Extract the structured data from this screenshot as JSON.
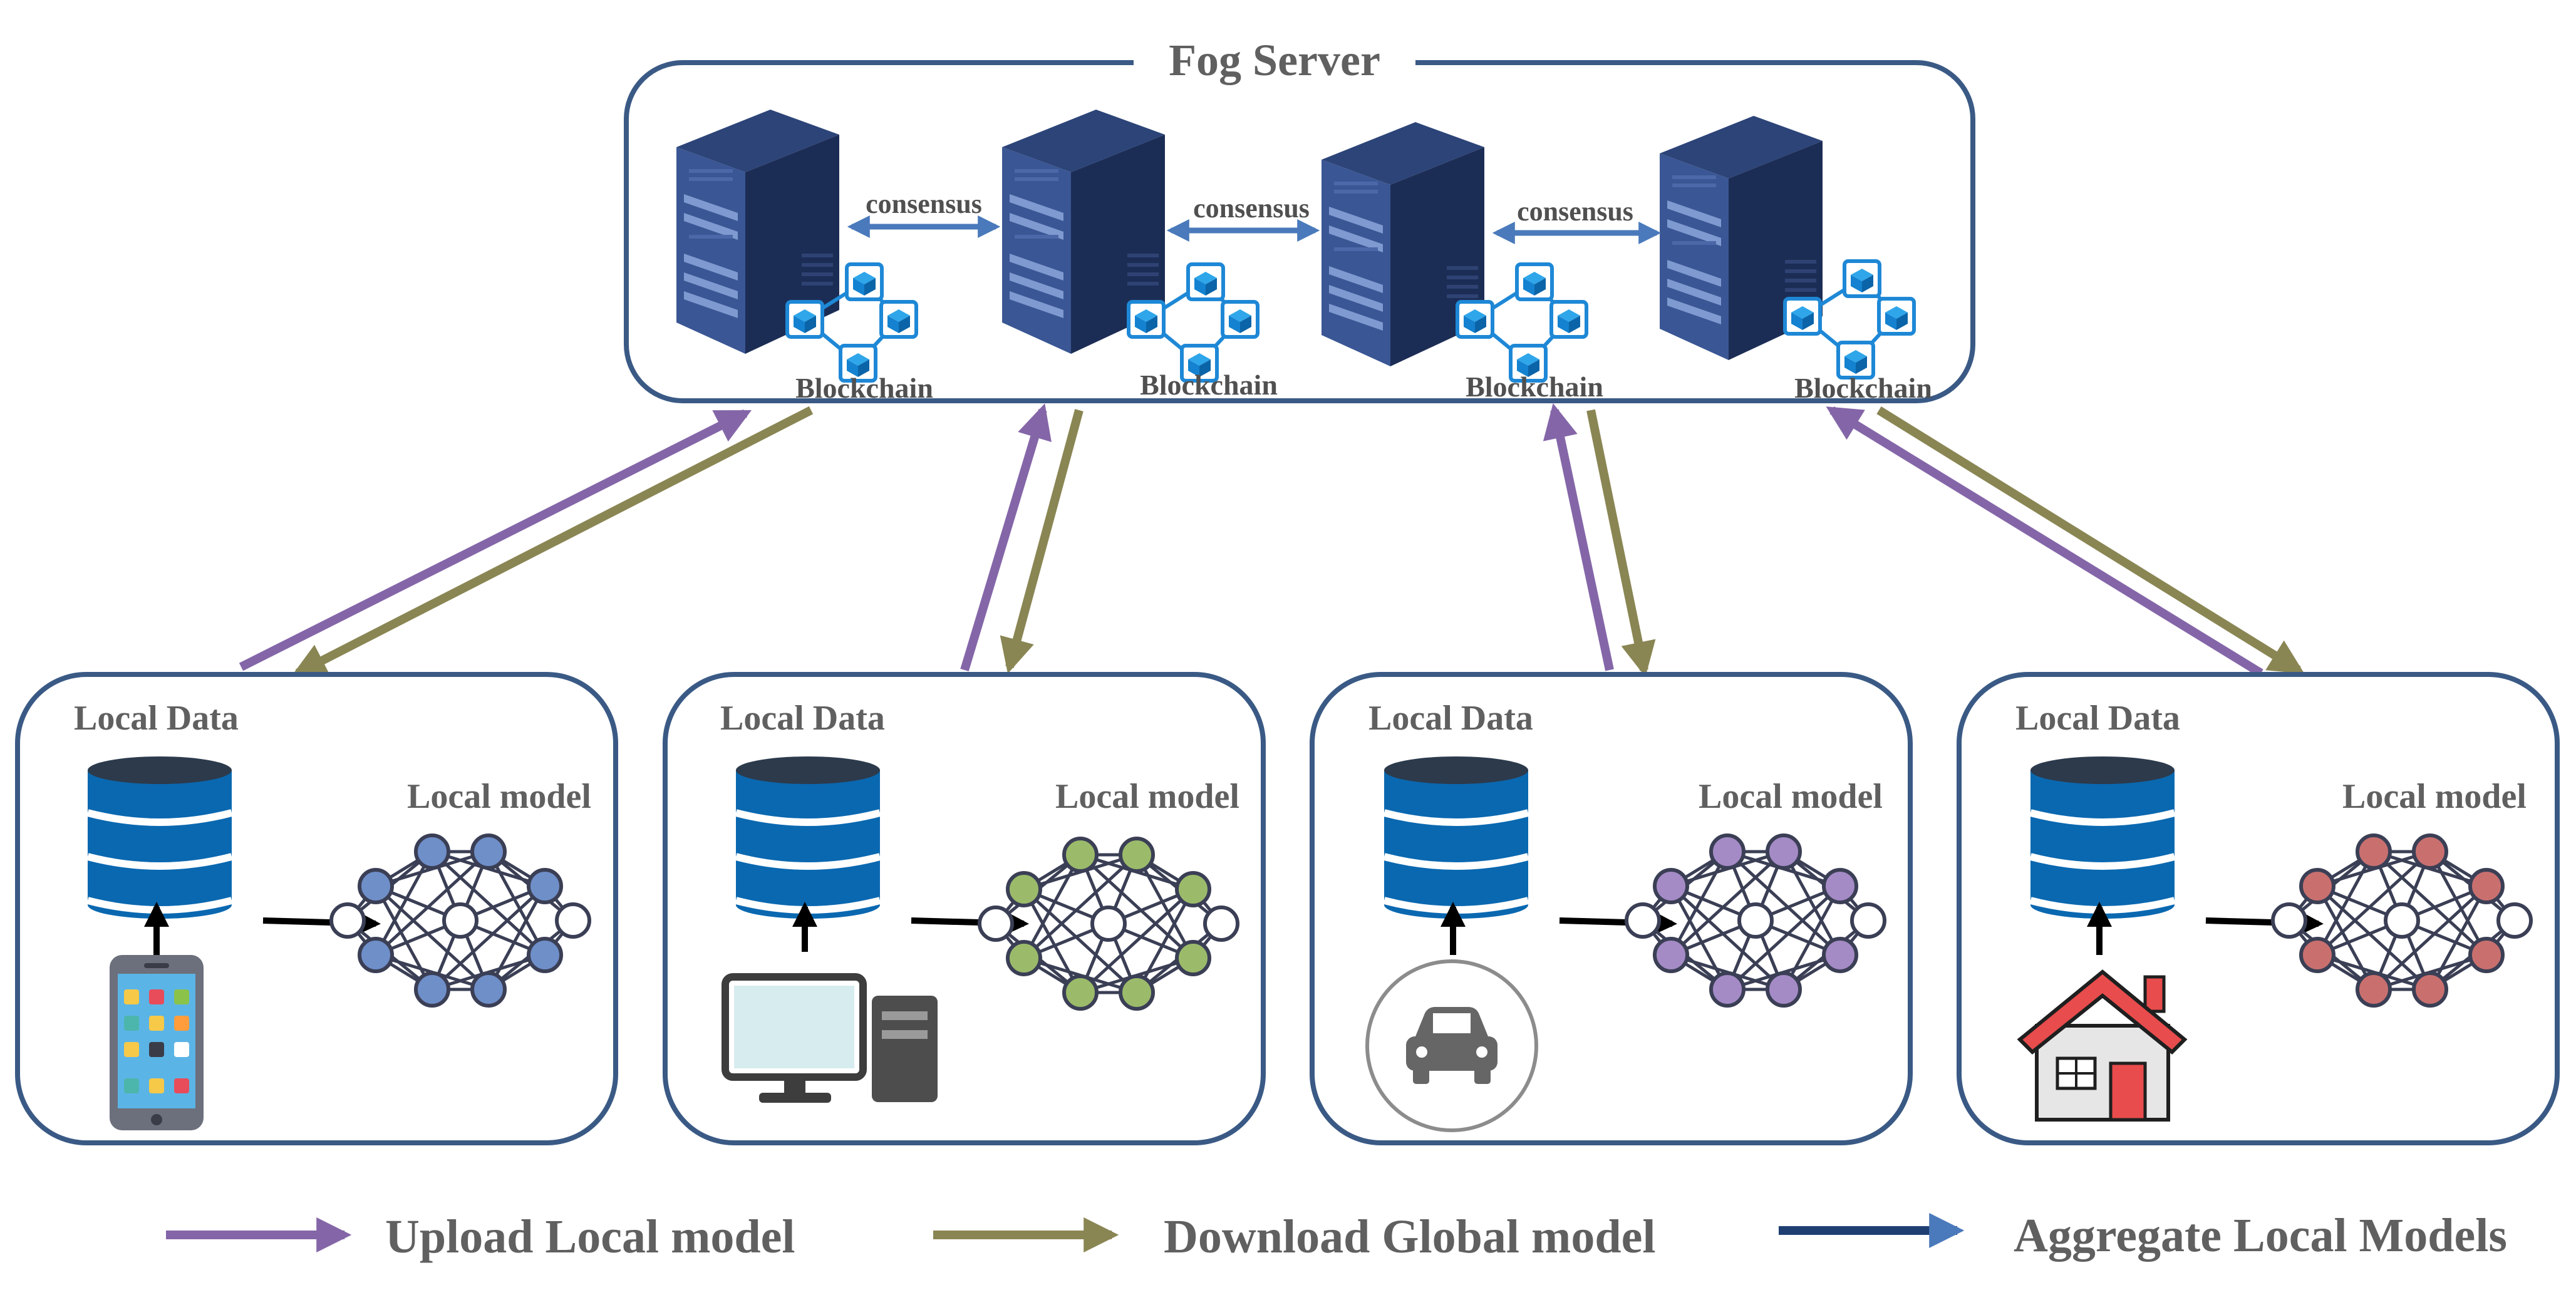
{
  "fog_server": {
    "title": "Fog Server",
    "consensus_labels": [
      "consensus",
      "consensus",
      "consensus"
    ],
    "blockchain_labels": [
      "Blockchain",
      "Blockchain",
      "Blockchain",
      "Blockchain"
    ]
  },
  "clients": [
    {
      "data_label": "Local Data",
      "model_label": "Local model",
      "device_icon": "smartphone-icon",
      "model_color": "#6f8fc9"
    },
    {
      "data_label": "Local Data",
      "model_label": "Local model",
      "device_icon": "desktop-computer-icon",
      "model_color": "#9bbb6b"
    },
    {
      "data_label": "Local Data",
      "model_label": "Local model",
      "device_icon": "car-icon",
      "model_color": "#a48bc6"
    },
    {
      "data_label": "Local Data",
      "model_label": "Local model",
      "device_icon": "house-icon",
      "model_color": "#c9706f"
    }
  ],
  "legend": {
    "upload": "Upload Local model",
    "download": "Download Global model",
    "aggregate": "Aggregate Local Models"
  },
  "colors": {
    "upload": "#8466a8",
    "download": "#8a8654",
    "aggregate": "#1f3f73",
    "box_border": "#3a5a85",
    "server": "#2a3f6e",
    "database": "#0a68b0",
    "label": "#606060",
    "consensus": "#4a7abb"
  }
}
